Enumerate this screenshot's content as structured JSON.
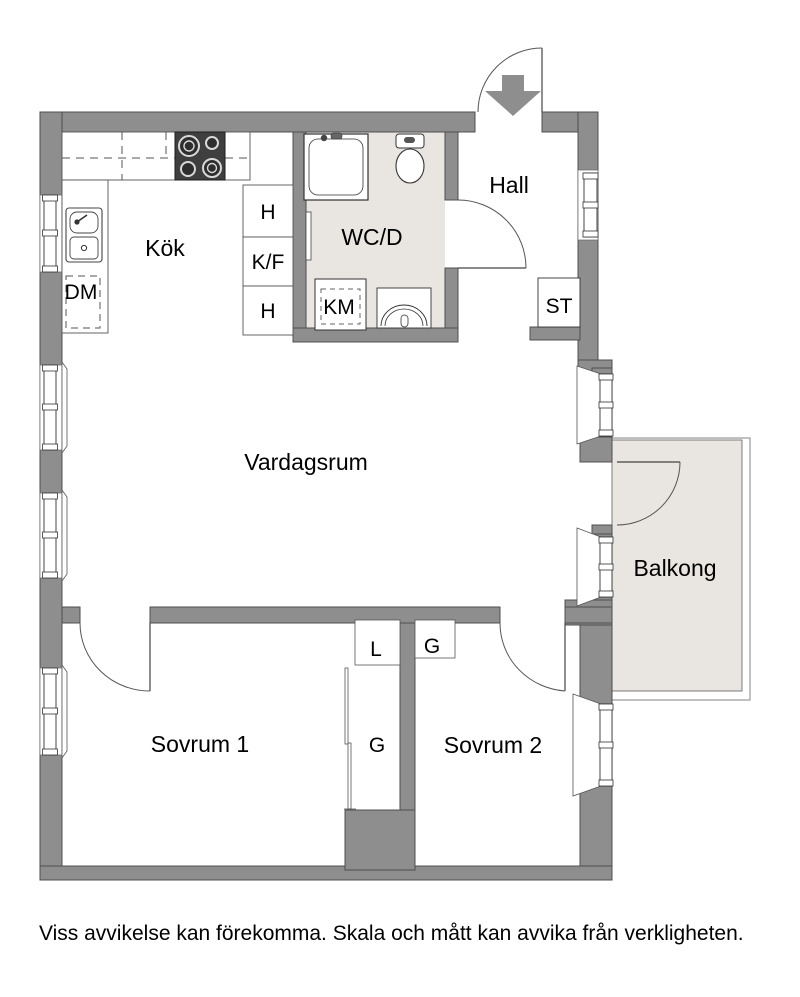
{
  "floor_plan": {
    "rooms": {
      "kitchen": "Kök",
      "bathroom": "WC/D",
      "hall": "Hall",
      "living_room": "Vardagsrum",
      "balcony": "Balkong",
      "bedroom_1": "Sovrum 1",
      "bedroom_2": "Sovrum 2"
    },
    "fixtures": {
      "dishwasher": "DM",
      "cabinet_top": "H",
      "fridge_freezer": "K/F",
      "cabinet_bottom": "H",
      "washing_machine": "KM",
      "hall_closet": "ST",
      "linen_closet": "L",
      "wardrobe_bedroom_2": "G",
      "wardrobe_bedroom_1": "G"
    },
    "disclaimer": "Viss avvikelse kan förekomma. Skala och mått kan avvika från verkligheten.",
    "colors": {
      "wall": "#8e8e8e",
      "wet_room_floor": "#e9e5e0",
      "balcony_floor": "#e9e5e0",
      "outline": "#4f4f4f",
      "background": "#ffffff"
    }
  }
}
